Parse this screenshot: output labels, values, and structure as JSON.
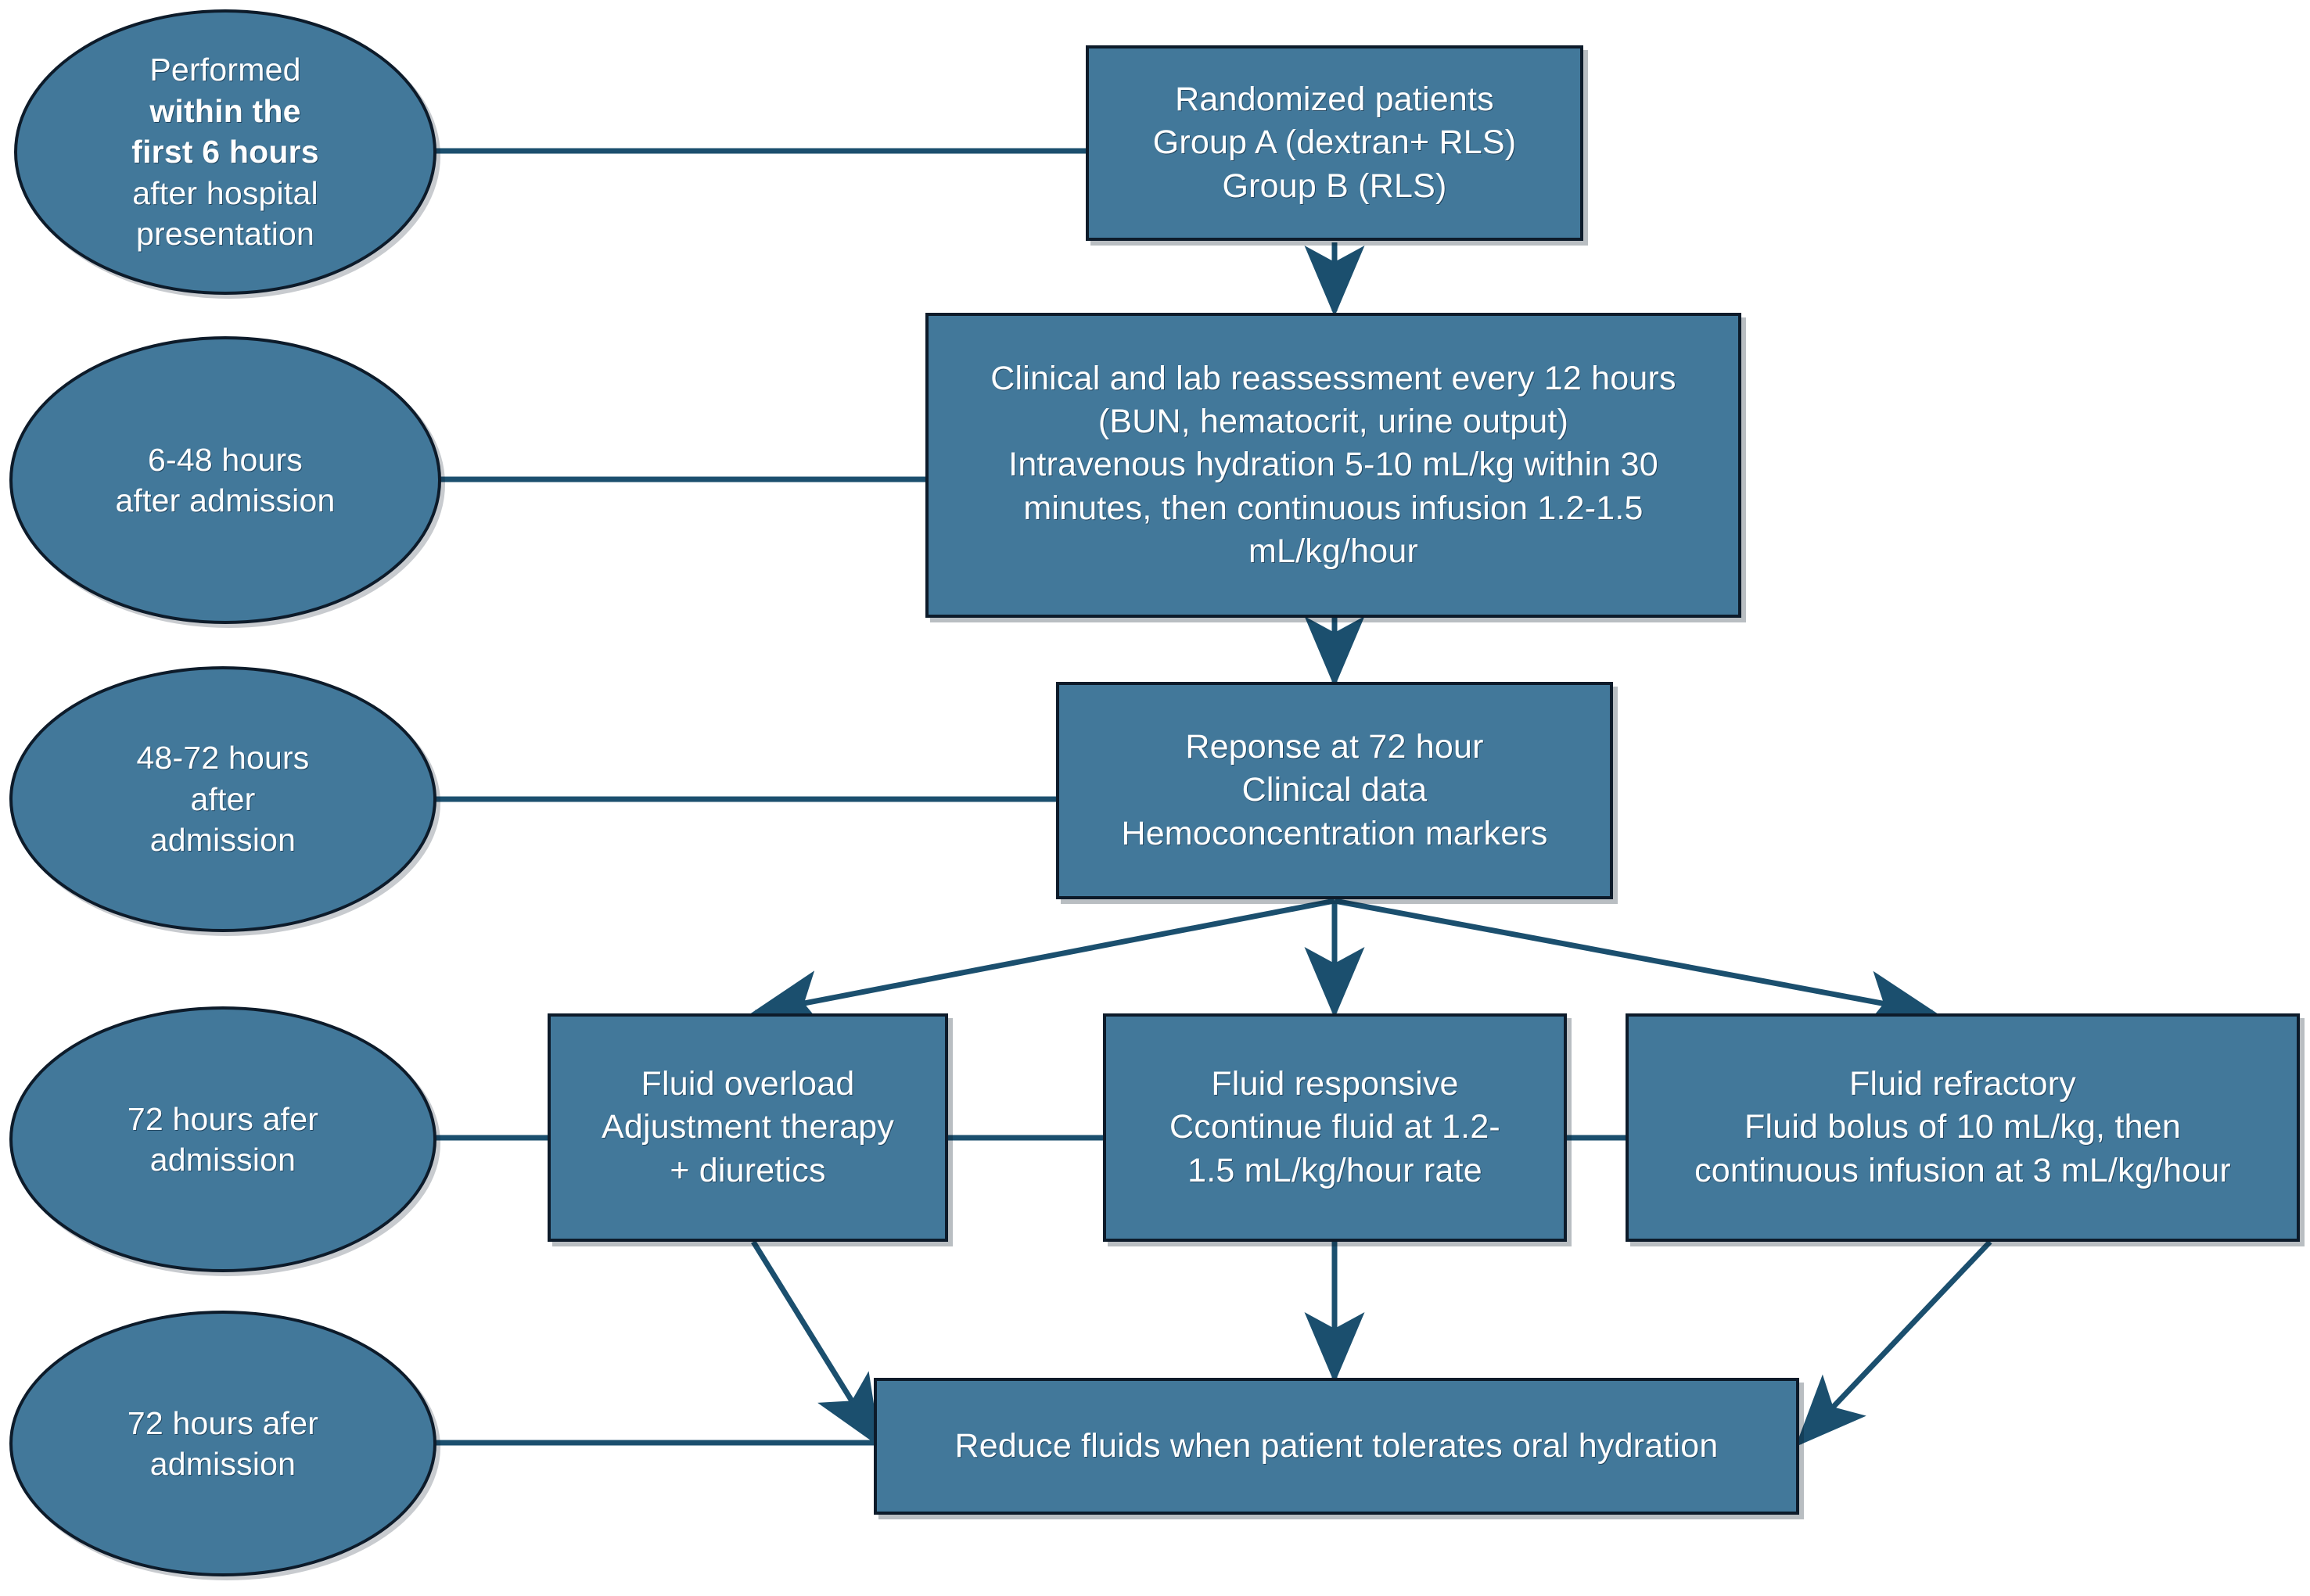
{
  "diagram": {
    "title": "Fluid resuscitation protocol flowchart",
    "colors": {
      "node_fill": "#42789A",
      "node_border": "#0d1b2a",
      "connector": "#1b4f6e",
      "text": "#ffffff",
      "background": "#ffffff"
    }
  },
  "timeline": [
    {
      "id": "t1",
      "lines": [
        {
          "text": "Performed",
          "bold": false
        },
        {
          "text": "within the",
          "bold": true
        },
        {
          "text": "first 6 hours",
          "bold": true
        },
        {
          "text": "after hospital",
          "bold": false
        },
        {
          "text": "presentation",
          "bold": false
        }
      ]
    },
    {
      "id": "t2",
      "lines": [
        {
          "text": "6-48 hours",
          "bold": false
        },
        {
          "text": "after admission",
          "bold": false
        }
      ]
    },
    {
      "id": "t3",
      "lines": [
        {
          "text": "48-72 hours",
          "bold": false
        },
        {
          "text": "after",
          "bold": false
        },
        {
          "text": "admission",
          "bold": false
        }
      ]
    },
    {
      "id": "t4",
      "lines": [
        {
          "text": "72 hours afer",
          "bold": false
        },
        {
          "text": "admission",
          "bold": false
        }
      ]
    },
    {
      "id": "t5",
      "lines": [
        {
          "text": "72 hours afer",
          "bold": false
        },
        {
          "text": "admission",
          "bold": false
        }
      ]
    }
  ],
  "steps": {
    "randomized": {
      "lines": [
        "Randomized patients",
        "Group A (dextran+ RLS)",
        "Group B (RLS)"
      ]
    },
    "reassessment": {
      "lines": [
        "Clinical and lab reassessment every 12 hours",
        "(BUN, hematocrit, urine output)",
        "Intravenous hydration 5-10 mL/kg within 30",
        "minutes, then continuous infusion 1.2-1.5",
        "mL/kg/hour"
      ]
    },
    "response": {
      "lines": [
        "Reponse at 72 hour",
        "Clinical data",
        "Hemoconcentration markers"
      ]
    },
    "overload": {
      "lines": [
        "Fluid overload",
        "Adjustment therapy",
        "+ diuretics"
      ]
    },
    "responsive": {
      "lines": [
        "Fluid responsive",
        "Ccontinue fluid at 1.2-",
        "1.5 mL/kg/hour rate"
      ]
    },
    "refractory": {
      "lines": [
        "Fluid refractory",
        "Fluid bolus of 10 mL/kg, then",
        "continuous infusion at 3 mL/kg/hour"
      ]
    },
    "reduce": {
      "lines": [
        "Reduce fluids when patient tolerates oral hydration"
      ]
    }
  }
}
